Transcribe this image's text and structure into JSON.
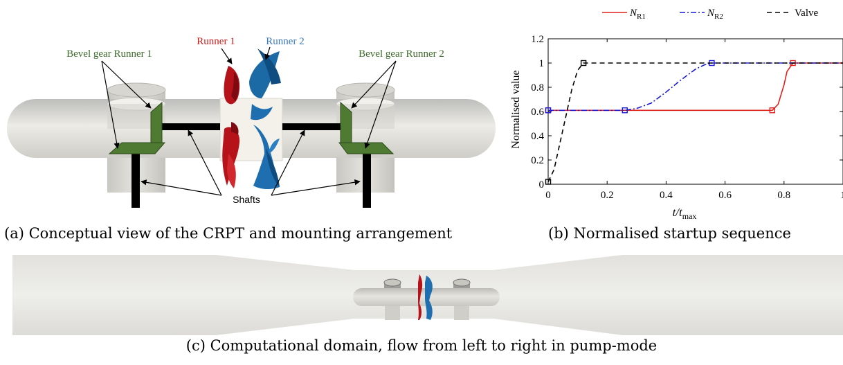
{
  "figure_a": {
    "labels": {
      "runner1": "Runner 1",
      "runner2": "Runner 2",
      "bevel1": "Bevel gear Runner 1",
      "bevel2": "Bevel gear Runner 2",
      "shafts": "Shafts"
    },
    "colors": {
      "runner1": "#c0141b",
      "runner2": "#1f6fb0",
      "bevel": "#4f7a32",
      "bevel_label": "#3d6b2a",
      "runner1_label": "#d01c1c",
      "runner2_label": "#3a78c0",
      "shaft": "#000000",
      "body": "#e4e2dc"
    },
    "caption": "(a) Conceptual view of the CRPT and mounting arrangement"
  },
  "figure_b": {
    "caption": "(b) Normalised startup sequence"
  },
  "chart_data": {
    "type": "line",
    "xlabel": "t/t_max",
    "ylabel": "Normalised value",
    "xlim": [
      0,
      1
    ],
    "ylim": [
      0,
      1.2
    ],
    "xticks": [
      "0",
      "0.2",
      "0.4",
      "0.6",
      "0.8",
      "1"
    ],
    "yticks": [
      "0",
      "0.2",
      "0.4",
      "0.6",
      "0.8",
      "1",
      "1.2"
    ],
    "grid": false,
    "legend_position": "top",
    "series": [
      {
        "name": "N_R1",
        "color": "#e0201b",
        "style": "solid",
        "x": [
          0,
          0.76,
          0.78,
          0.8,
          0.81,
          0.83,
          1.0
        ],
        "y": [
          0.61,
          0.61,
          0.66,
          0.82,
          0.93,
          1.0,
          1.0
        ],
        "markers_x": [
          0,
          0.76,
          0.83
        ],
        "markers_y": [
          0.61,
          0.61,
          1.0
        ]
      },
      {
        "name": "N_R2",
        "color": "#1a1ad6",
        "style": "dashdot",
        "x": [
          0,
          0.26,
          0.3,
          0.35,
          0.4,
          0.45,
          0.5,
          0.53,
          0.555,
          1.0
        ],
        "y": [
          0.61,
          0.61,
          0.625,
          0.67,
          0.76,
          0.86,
          0.95,
          0.985,
          1.0,
          1.0
        ],
        "markers_x": [
          0,
          0.26,
          0.555
        ],
        "markers_y": [
          0.61,
          0.61,
          1.0
        ]
      },
      {
        "name": "Valve",
        "color": "#000000",
        "style": "dashed",
        "x": [
          0,
          0.02,
          0.05,
          0.08,
          0.1,
          0.12,
          1.0
        ],
        "y": [
          0.02,
          0.12,
          0.45,
          0.78,
          0.94,
          1.0,
          1.0
        ],
        "markers_x": [
          0,
          0.12
        ],
        "markers_y": [
          0.02,
          1.0
        ]
      }
    ]
  },
  "figure_c": {
    "caption": "(c) Computational domain, flow from left to right in pump-mode"
  }
}
